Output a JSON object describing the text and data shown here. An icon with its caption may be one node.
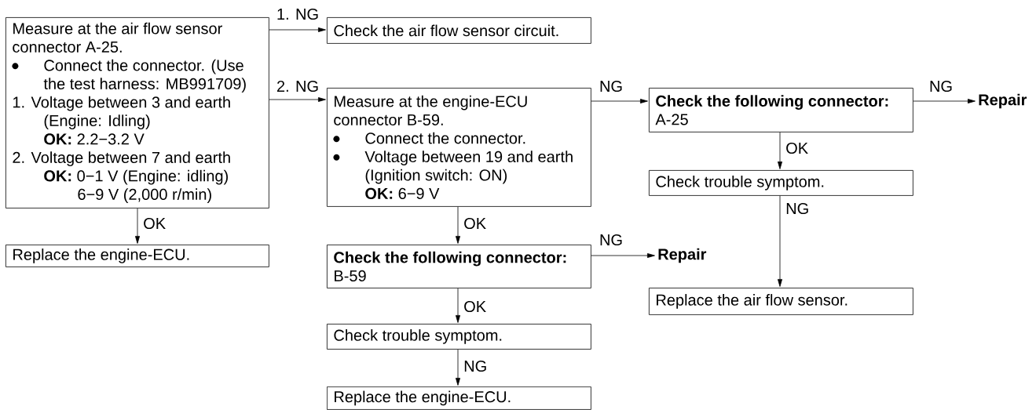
{
  "diagram": {
    "nodes": [
      {
        "text": [
          "Measure at the air flow sensor connector A-25.",
          "Connect the connector. (Use the test harness: MB991709)",
          "1. Voltage between 3 and earth (Engine: Idling)",
          "**OK:** 2.2−3.2 V",
          "2. Voltage between 7 and earth",
          "**OK:** 0−1 V (Engine: idling)",
          "6−9 V (2,000 r/min)"
        ]
      },
      {
        "text": [
          "Check the air flow sensor circuit."
        ]
      },
      {
        "text": [
          "Measure at the engine-ECU connector B-59.",
          "Connect the connector.",
          "Voltage between 19 and earth (Ignition switch: ON)",
          "**OK:** 6−9 V"
        ]
      },
      {
        "text": [
          "Check the following connector:",
          "A-25"
        ]
      },
      {
        "text": [
          "Repair"
        ]
      },
      {
        "text": [
          "Replace the engine-ECU."
        ]
      },
      {
        "text": [
          "Check the following connector:",
          "B-59"
        ]
      },
      {
        "text": [
          "Repair"
        ]
      },
      {
        "text": [
          "Check trouble symptom."
        ]
      },
      {
        "text": [
          "Check trouble symptom."
        ]
      },
      {
        "text": [
          "Replace the air flow sensor."
        ]
      },
      {
        "text": [
          "Replace the engine-ECU."
        ]
      }
    ],
    "edges": [
      {
        "from": 0,
        "to": 1,
        "arrow": "to",
        "label": "1. NG"
      },
      {
        "from": 0,
        "to": 2,
        "arrow": "to",
        "label": "2. NG"
      },
      {
        "from": 0,
        "to": 5,
        "arrow": "to",
        "label": "OK"
      },
      {
        "from": 2,
        "to": 3,
        "arrow": "to",
        "label": "NG"
      },
      {
        "from": 3,
        "to": 4,
        "arrow": "to",
        "label": "NG"
      },
      {
        "from": 2,
        "to": 6,
        "arrow": "to",
        "label": "OK"
      },
      {
        "from": 6,
        "to": 7,
        "arrow": "to",
        "label": "NG"
      },
      {
        "from": 3,
        "to": 8,
        "arrow": "to",
        "label": "OK"
      },
      {
        "from": 8,
        "to": 10,
        "arrow": "to",
        "label": "NG"
      },
      {
        "from": 6,
        "to": 9,
        "arrow": "to",
        "label": "OK"
      },
      {
        "from": 9,
        "to": 11,
        "arrow": "to",
        "label": "NG"
      }
    ]
  }
}
